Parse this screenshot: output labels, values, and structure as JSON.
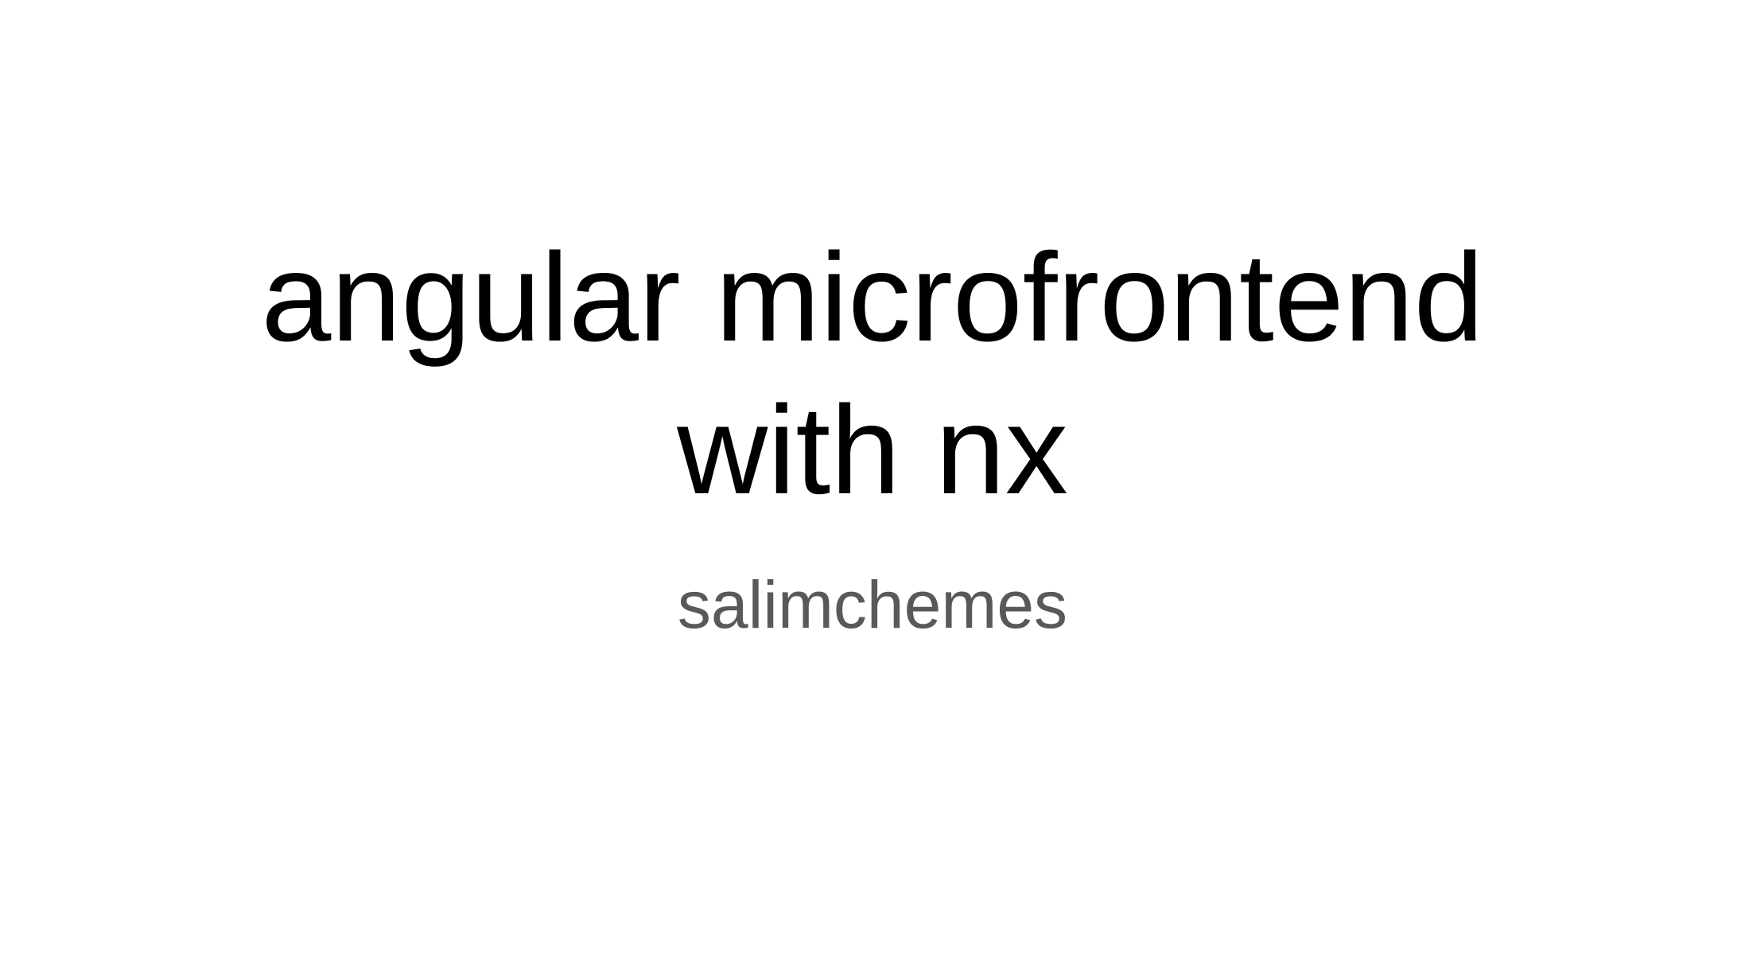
{
  "slide": {
    "title_lines": [
      "angular microfrontend",
      "with nx"
    ],
    "subtitle": "salimchemes"
  },
  "colors": {
    "background": "#ffffff",
    "title": "#000000",
    "subtitle": "#595959"
  }
}
